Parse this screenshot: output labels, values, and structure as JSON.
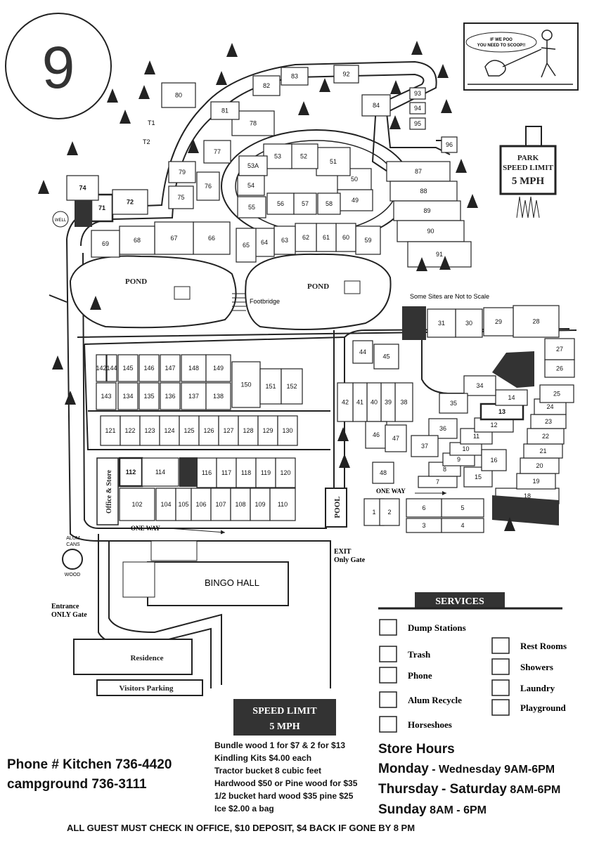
{
  "map_number": "9",
  "title_note": "Some Sites are Not to Scale",
  "poo_sign": "IF WE POO YOU NEED TO SCOOP!!",
  "park_speed_sign": [
    "PARK",
    "SPEED LIMIT",
    "5 MPH"
  ],
  "labels": {
    "pond_left": "POND",
    "pond_right": "POND",
    "footbridge": "Footbridge",
    "well": "WELL",
    "office_store": "Office & Store",
    "pool": "POOL",
    "bingo_hall": "BINGO HALL",
    "residence": "Residence",
    "visitors_parking": "Visitors Parking",
    "one_way_1": "ONE WAY",
    "one_way_2": "ONE WAY",
    "exit_gate": "EXIT Only Gate",
    "entrance_gate": "Entrance ONLY Gate",
    "alum_cans": "ALUM CANS",
    "wood": "WOOD",
    "t1": "T1",
    "t2": "T2"
  },
  "speed_limit_box": [
    "SPEED LIMIT",
    "5 MPH"
  ],
  "services": {
    "title": "SERVICES",
    "items": [
      {
        "label": "Dump Stations",
        "icon": "dump-station-icon"
      },
      {
        "label": "Trash",
        "icon": "trash-icon"
      },
      {
        "label": "Phone",
        "icon": "phone-icon"
      },
      {
        "label": "Alum Recycle",
        "icon": "recycle-icon"
      },
      {
        "label": "Horseshoes",
        "icon": "horseshoe-icon"
      },
      {
        "label": "Rest Rooms",
        "icon": "restroom-icon"
      },
      {
        "label": "Showers",
        "icon": "shower-icon"
      },
      {
        "label": "Laundry",
        "icon": "laundry-icon"
      },
      {
        "label": "Playground",
        "icon": "playground-icon"
      }
    ]
  },
  "sites": [
    "1",
    "2",
    "3",
    "4",
    "5",
    "6",
    "7",
    "8",
    "9",
    "10",
    "11",
    "12",
    "13",
    "14",
    "15",
    "16",
    "18",
    "19",
    "20",
    "21",
    "22",
    "23",
    "24",
    "25",
    "26",
    "27",
    "28",
    "29",
    "30",
    "31",
    "34",
    "35",
    "36",
    "37",
    "38",
    "39",
    "40",
    "41",
    "42",
    "44",
    "45",
    "46",
    "47",
    "48",
    "49",
    "50",
    "51",
    "52",
    "53",
    "53A",
    "54",
    "55",
    "56",
    "57",
    "58",
    "59",
    "60",
    "61",
    "62",
    "63",
    "64",
    "65",
    "66",
    "67",
    "68",
    "69",
    "71",
    "72",
    "74",
    "75",
    "76",
    "77",
    "78",
    "79",
    "80",
    "81",
    "82",
    "83",
    "84",
    "87",
    "88",
    "89",
    "90",
    "91",
    "92",
    "93",
    "94",
    "95",
    "96",
    "102",
    "104",
    "105",
    "106",
    "107",
    "108",
    "109",
    "110",
    "112",
    "114",
    "116",
    "117",
    "118",
    "119",
    "120",
    "121",
    "122",
    "123",
    "124",
    "125",
    "126",
    "127",
    "128",
    "129",
    "130",
    "134",
    "135",
    "136",
    "137",
    "138",
    "142",
    "143",
    "144",
    "145",
    "146",
    "147",
    "148",
    "149",
    "150",
    "151",
    "152"
  ],
  "contact": {
    "kitchen": "Phone # Kitchen  736-4420",
    "campground": "campground  736-3111"
  },
  "wood_prices": [
    "Bundle wood 1 for $7 & 2 for $13",
    "Kindling Kits $4.00 each",
    "Tractor bucket 8 cubic feet",
    "Hardwood $50 or Pine wood for $35",
    "1/2 bucket hard wood $35 pine $25",
    "Ice $2.00 a bag"
  ],
  "store_hours": {
    "title": "Store Hours",
    "rows": [
      {
        "days": "Monday",
        "range": "- Wednesday",
        "time": "9AM-6PM"
      },
      {
        "days": "Thursday",
        "range": "- Saturday",
        "time": "8AM-6PM"
      },
      {
        "days": "Sunday",
        "range": "",
        "time": "8AM - 6PM"
      }
    ]
  },
  "checkin_note": "ALL GUEST MUST CHECK IN OFFICE, $10 DEPOSIT, $4 BACK IF GONE BY 8 PM"
}
